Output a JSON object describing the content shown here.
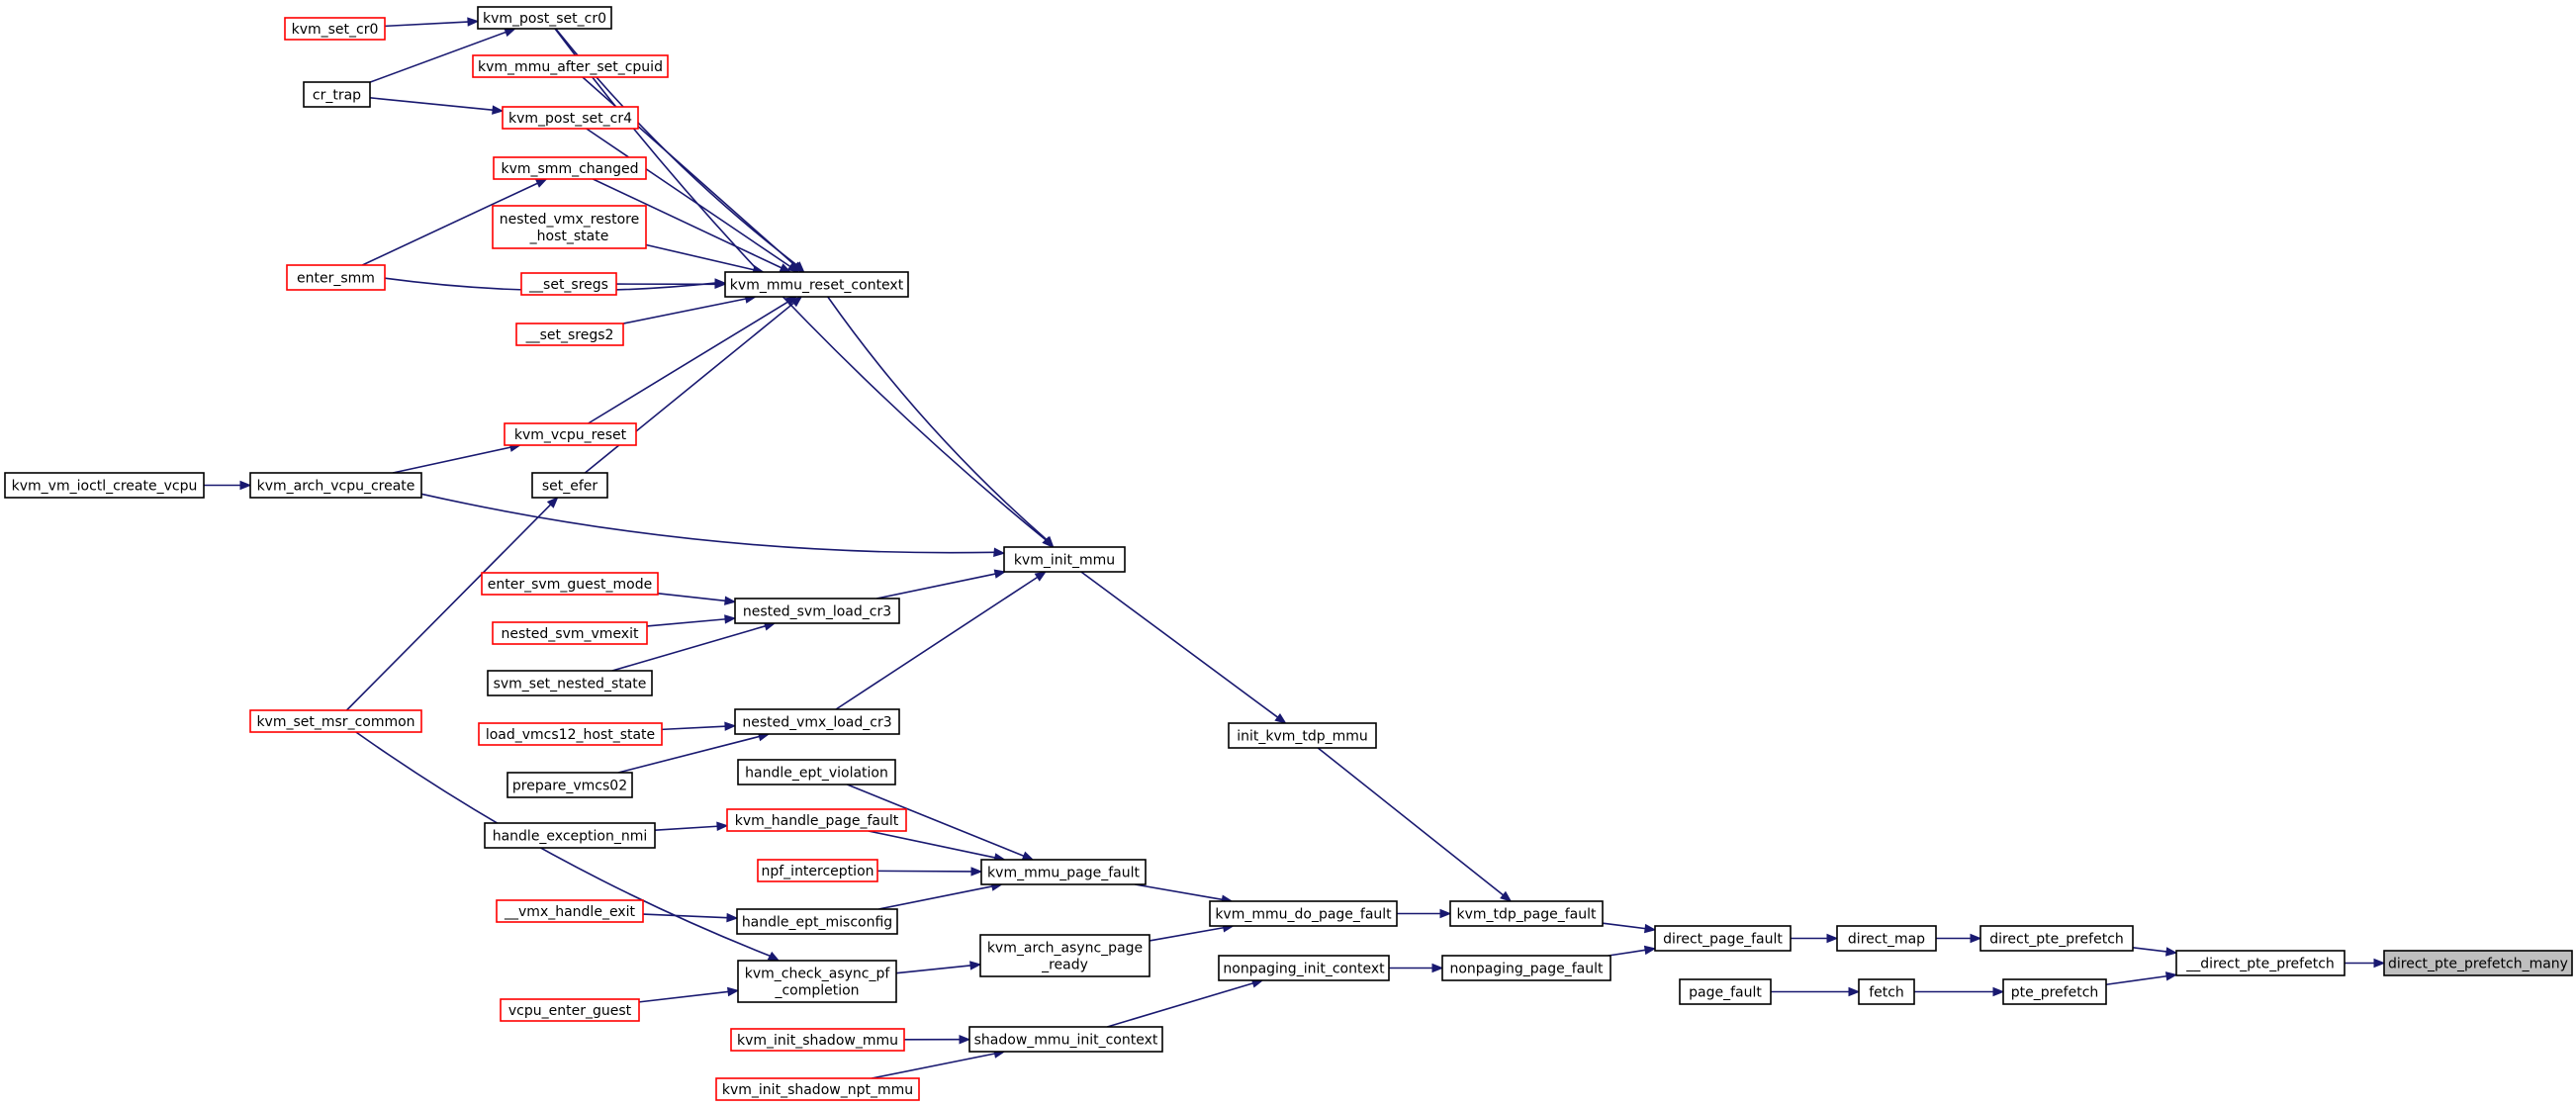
{
  "colors": {
    "edge": "#191970",
    "linked_border": "#000000",
    "undocumented_border": "#ff0000",
    "highlight_fill": "#bfbfbf"
  },
  "diagram": {
    "nodes": [
      {
        "id": "kvm_set_cr0",
        "lines": [
          "kvm_set_cr0"
        ],
        "style": "red"
      },
      {
        "id": "kvm_post_set_cr0",
        "lines": [
          "kvm_post_set_cr0"
        ],
        "style": "black"
      },
      {
        "id": "cr_trap",
        "lines": [
          "cr_trap"
        ],
        "style": "black"
      },
      {
        "id": "kvm_mmu_after_set_cpuid",
        "lines": [
          "kvm_mmu_after_set_cpuid"
        ],
        "style": "red"
      },
      {
        "id": "kvm_post_set_cr4",
        "lines": [
          "kvm_post_set_cr4"
        ],
        "style": "red"
      },
      {
        "id": "kvm_smm_changed",
        "lines": [
          "kvm_smm_changed"
        ],
        "style": "red"
      },
      {
        "id": "nested_vmx_restore_host_state",
        "lines": [
          "nested_vmx_restore",
          "_host_state"
        ],
        "style": "red"
      },
      {
        "id": "enter_smm",
        "lines": [
          "enter_smm"
        ],
        "style": "red"
      },
      {
        "id": "__set_sregs",
        "lines": [
          "__set_sregs"
        ],
        "style": "red"
      },
      {
        "id": "kvm_mmu_reset_context",
        "lines": [
          "kvm_mmu_reset_context"
        ],
        "style": "black"
      },
      {
        "id": "__set_sregs2",
        "lines": [
          "__set_sregs2"
        ],
        "style": "red"
      },
      {
        "id": "kvm_vcpu_reset",
        "lines": [
          "kvm_vcpu_reset"
        ],
        "style": "red"
      },
      {
        "id": "kvm_vm_ioctl_create_vcpu",
        "lines": [
          "kvm_vm_ioctl_create_vcpu"
        ],
        "style": "black"
      },
      {
        "id": "kvm_arch_vcpu_create",
        "lines": [
          "kvm_arch_vcpu_create"
        ],
        "style": "black"
      },
      {
        "id": "set_efer",
        "lines": [
          "set_efer"
        ],
        "style": "black"
      },
      {
        "id": "kvm_init_mmu",
        "lines": [
          "kvm_init_mmu"
        ],
        "style": "black"
      },
      {
        "id": "enter_svm_guest_mode",
        "lines": [
          "enter_svm_guest_mode"
        ],
        "style": "red"
      },
      {
        "id": "nested_svm_load_cr3",
        "lines": [
          "nested_svm_load_cr3"
        ],
        "style": "black"
      },
      {
        "id": "nested_svm_vmexit",
        "lines": [
          "nested_svm_vmexit"
        ],
        "style": "red"
      },
      {
        "id": "svm_set_nested_state",
        "lines": [
          "svm_set_nested_state"
        ],
        "style": "black"
      },
      {
        "id": "kvm_set_msr_common",
        "lines": [
          "kvm_set_msr_common"
        ],
        "style": "red"
      },
      {
        "id": "load_vmcs12_host_state",
        "lines": [
          "load_vmcs12_host_state"
        ],
        "style": "red"
      },
      {
        "id": "nested_vmx_load_cr3",
        "lines": [
          "nested_vmx_load_cr3"
        ],
        "style": "black"
      },
      {
        "id": "init_kvm_tdp_mmu",
        "lines": [
          "init_kvm_tdp_mmu"
        ],
        "style": "black"
      },
      {
        "id": "prepare_vmcs02",
        "lines": [
          "prepare_vmcs02"
        ],
        "style": "black"
      },
      {
        "id": "handle_ept_violation",
        "lines": [
          "handle_ept_violation"
        ],
        "style": "black"
      },
      {
        "id": "handle_exception_nmi",
        "lines": [
          "handle_exception_nmi"
        ],
        "style": "black"
      },
      {
        "id": "kvm_handle_page_fault",
        "lines": [
          "kvm_handle_page_fault"
        ],
        "style": "red"
      },
      {
        "id": "npf_interception",
        "lines": [
          "npf_interception"
        ],
        "style": "red"
      },
      {
        "id": "kvm_mmu_page_fault",
        "lines": [
          "kvm_mmu_page_fault"
        ],
        "style": "black"
      },
      {
        "id": "__vmx_handle_exit",
        "lines": [
          "__vmx_handle_exit"
        ],
        "style": "red"
      },
      {
        "id": "handle_ept_misconfig",
        "lines": [
          "handle_ept_misconfig"
        ],
        "style": "black"
      },
      {
        "id": "kvm_mmu_do_page_fault",
        "lines": [
          "kvm_mmu_do_page_fault"
        ],
        "style": "black"
      },
      {
        "id": "kvm_tdp_page_fault",
        "lines": [
          "kvm_tdp_page_fault"
        ],
        "style": "black"
      },
      {
        "id": "direct_page_fault",
        "lines": [
          "direct_page_fault"
        ],
        "style": "black"
      },
      {
        "id": "direct_map",
        "lines": [
          "direct_map"
        ],
        "style": "black"
      },
      {
        "id": "direct_pte_prefetch",
        "lines": [
          "direct_pte_prefetch"
        ],
        "style": "black"
      },
      {
        "id": "kvm_arch_async_page_ready",
        "lines": [
          "kvm_arch_async_page",
          "_ready"
        ],
        "style": "black"
      },
      {
        "id": "kvm_check_async_pf_completion",
        "lines": [
          "kvm_check_async_pf",
          "_completion"
        ],
        "style": "black"
      },
      {
        "id": "nonpaging_init_context",
        "lines": [
          "nonpaging_init_context"
        ],
        "style": "black"
      },
      {
        "id": "nonpaging_page_fault",
        "lines": [
          "nonpaging_page_fault"
        ],
        "style": "black"
      },
      {
        "id": "__direct_pte_prefetch",
        "lines": [
          "__direct_pte_prefetch"
        ],
        "style": "black"
      },
      {
        "id": "direct_pte_prefetch_many",
        "lines": [
          "direct_pte_prefetch_many"
        ],
        "style": "highlight"
      },
      {
        "id": "vcpu_enter_guest",
        "lines": [
          "vcpu_enter_guest"
        ],
        "style": "red"
      },
      {
        "id": "page_fault",
        "lines": [
          "page_fault"
        ],
        "style": "black"
      },
      {
        "id": "fetch",
        "lines": [
          "fetch"
        ],
        "style": "black"
      },
      {
        "id": "pte_prefetch",
        "lines": [
          "pte_prefetch"
        ],
        "style": "black"
      },
      {
        "id": "kvm_init_shadow_mmu",
        "lines": [
          "kvm_init_shadow_mmu"
        ],
        "style": "red"
      },
      {
        "id": "shadow_mmu_init_context",
        "lines": [
          "shadow_mmu_init_context"
        ],
        "style": "black"
      },
      {
        "id": "kvm_init_shadow_npt_mmu",
        "lines": [
          "kvm_init_shadow_npt_mmu"
        ],
        "style": "red"
      }
    ],
    "edges": [
      {
        "from": "kvm_set_cr0",
        "to": "kvm_post_set_cr0"
      },
      {
        "from": "cr_trap",
        "to": "kvm_post_set_cr0"
      },
      {
        "from": "cr_trap",
        "to": "kvm_post_set_cr4"
      },
      {
        "from": "kvm_post_set_cr0",
        "to": "kvm_mmu_reset_context"
      },
      {
        "from": "kvm_post_set_cr0",
        "to": "kvm_init_mmu"
      },
      {
        "from": "kvm_mmu_after_set_cpuid",
        "to": "kvm_mmu_reset_context"
      },
      {
        "from": "kvm_post_set_cr4",
        "to": "kvm_mmu_reset_context"
      },
      {
        "from": "kvm_smm_changed",
        "to": "kvm_mmu_reset_context"
      },
      {
        "from": "nested_vmx_restore_host_state",
        "to": "kvm_mmu_reset_context"
      },
      {
        "from": "__set_sregs",
        "to": "kvm_mmu_reset_context"
      },
      {
        "from": "__set_sregs2",
        "to": "kvm_mmu_reset_context"
      },
      {
        "from": "enter_smm",
        "to": "kvm_smm_changed"
      },
      {
        "from": "enter_smm",
        "to": "kvm_mmu_reset_context"
      },
      {
        "from": "kvm_vcpu_reset",
        "to": "kvm_mmu_reset_context"
      },
      {
        "from": "set_efer",
        "to": "kvm_mmu_reset_context"
      },
      {
        "from": "kvm_mmu_reset_context",
        "to": "kvm_init_mmu"
      },
      {
        "from": "kvm_vm_ioctl_create_vcpu",
        "to": "kvm_arch_vcpu_create"
      },
      {
        "from": "kvm_arch_vcpu_create",
        "to": "kvm_vcpu_reset"
      },
      {
        "from": "kvm_arch_vcpu_create",
        "to": "kvm_init_mmu"
      },
      {
        "from": "kvm_set_msr_common",
        "to": "set_efer"
      },
      {
        "from": "kvm_set_msr_common",
        "to": "kvm_check_async_pf_completion"
      },
      {
        "from": "enter_svm_guest_mode",
        "to": "nested_svm_load_cr3"
      },
      {
        "from": "nested_svm_vmexit",
        "to": "nested_svm_load_cr3"
      },
      {
        "from": "svm_set_nested_state",
        "to": "nested_svm_load_cr3"
      },
      {
        "from": "nested_svm_load_cr3",
        "to": "kvm_init_mmu"
      },
      {
        "from": "load_vmcs12_host_state",
        "to": "nested_vmx_load_cr3"
      },
      {
        "from": "prepare_vmcs02",
        "to": "nested_vmx_load_cr3"
      },
      {
        "from": "nested_vmx_load_cr3",
        "to": "kvm_init_mmu"
      },
      {
        "from": "kvm_init_mmu",
        "to": "init_kvm_tdp_mmu"
      },
      {
        "from": "init_kvm_tdp_mmu",
        "to": "kvm_tdp_page_fault"
      },
      {
        "from": "handle_ept_violation",
        "to": "kvm_mmu_page_fault"
      },
      {
        "from": "handle_exception_nmi",
        "to": "kvm_handle_page_fault"
      },
      {
        "from": "kvm_handle_page_fault",
        "to": "kvm_mmu_page_fault"
      },
      {
        "from": "npf_interception",
        "to": "kvm_mmu_page_fault"
      },
      {
        "from": "__vmx_handle_exit",
        "to": "handle_ept_misconfig"
      },
      {
        "from": "handle_ept_misconfig",
        "to": "kvm_mmu_page_fault"
      },
      {
        "from": "kvm_mmu_page_fault",
        "to": "kvm_mmu_do_page_fault"
      },
      {
        "from": "kvm_arch_async_page_ready",
        "to": "kvm_mmu_do_page_fault"
      },
      {
        "from": "kvm_check_async_pf_completion",
        "to": "kvm_arch_async_page_ready"
      },
      {
        "from": "vcpu_enter_guest",
        "to": "kvm_check_async_pf_completion"
      },
      {
        "from": "kvm_mmu_do_page_fault",
        "to": "kvm_tdp_page_fault"
      },
      {
        "from": "kvm_tdp_page_fault",
        "to": "direct_page_fault"
      },
      {
        "from": "nonpaging_page_fault",
        "to": "direct_page_fault"
      },
      {
        "from": "direct_page_fault",
        "to": "direct_map"
      },
      {
        "from": "direct_map",
        "to": "direct_pte_prefetch"
      },
      {
        "from": "direct_pte_prefetch",
        "to": "__direct_pte_prefetch"
      },
      {
        "from": "pte_prefetch",
        "to": "__direct_pte_prefetch"
      },
      {
        "from": "__direct_pte_prefetch",
        "to": "direct_pte_prefetch_many"
      },
      {
        "from": "nonpaging_init_context",
        "to": "nonpaging_page_fault"
      },
      {
        "from": "shadow_mmu_init_context",
        "to": "nonpaging_init_context"
      },
      {
        "from": "kvm_init_shadow_mmu",
        "to": "shadow_mmu_init_context"
      },
      {
        "from": "kvm_init_shadow_npt_mmu",
        "to": "shadow_mmu_init_context"
      },
      {
        "from": "page_fault",
        "to": "fetch"
      },
      {
        "from": "fetch",
        "to": "pte_prefetch"
      }
    ]
  }
}
